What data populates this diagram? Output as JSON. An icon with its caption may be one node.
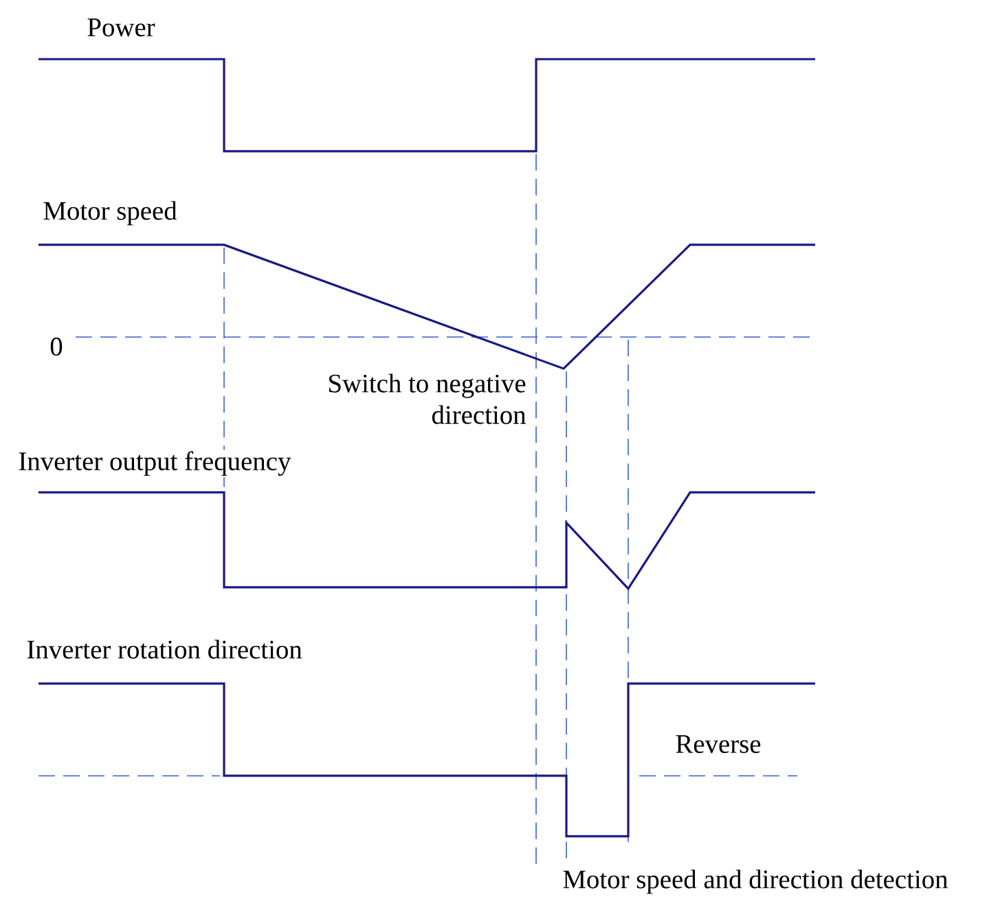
{
  "diagram": {
    "labels": [
      "Power",
      "Motor speed",
      "0",
      "Switch to negative direction",
      "Inverter output frequency",
      "Inverter rotation direction",
      "Reverse",
      "Motor speed and direction detection"
    ]
  }
}
